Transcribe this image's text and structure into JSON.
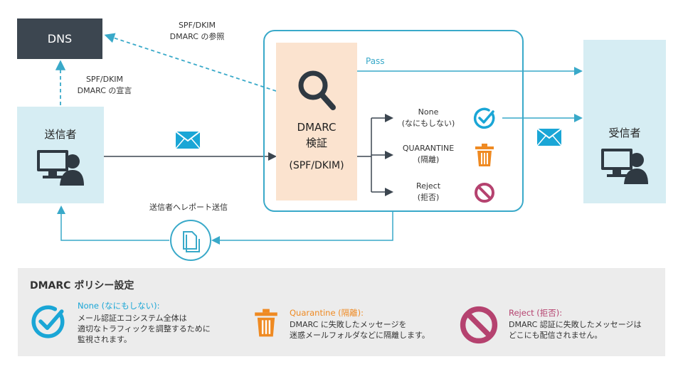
{
  "nodes": {
    "dns": "DNS",
    "sender": "送信者",
    "receiver": "受信者",
    "dmarc_line1": "DMARC",
    "dmarc_line2": "検証",
    "dmarc_line3": "(SPF/DKIM)"
  },
  "edges": {
    "dns_ref_line1": "SPF/DKIM",
    "dns_ref_line2": "DMARC の参照",
    "declare_line1": "SPF/DKIM",
    "declare_line2": "DMARC の宣言",
    "pass": "Pass",
    "report": "送信者へレポート送信"
  },
  "outcomes": [
    {
      "line1": "None",
      "line2": "(なにもしない)",
      "icon": "check-circle-icon",
      "color": "#1aa6d6"
    },
    {
      "line1": "QUARANTINE",
      "line2": "(隔離)",
      "icon": "trash-icon",
      "color": "#ef8a22"
    },
    {
      "line1": "Reject",
      "line2": "(拒否)",
      "icon": "prohibited-icon",
      "color": "#b5426f"
    }
  ],
  "legend": {
    "heading": "DMARC ポリシー設定",
    "items": [
      {
        "title": "None (なにもしない):",
        "desc1": "メール認証エコシステム全体は",
        "desc2": "適切なトラフィックを調整するために",
        "desc3": "監視されます。",
        "color": "#1aa6d6"
      },
      {
        "title": "Quarantine (隔離):",
        "desc1": "DMARC に失敗したメッセージを",
        "desc2": "迷惑メールフォルダなどに隔離します。",
        "desc3": "",
        "color": "#ef8a22"
      },
      {
        "title": "Reject (拒否):",
        "desc1": "DMARC 認証に失敗したメッセージは",
        "desc2": "どこにも配信されません。",
        "desc3": "",
        "color": "#b5426f"
      }
    ]
  },
  "colors": {
    "teal": "#39a9c9",
    "dark": "#3c4650",
    "light_blue": "#d6edf3",
    "peach": "#fbe3cf"
  }
}
